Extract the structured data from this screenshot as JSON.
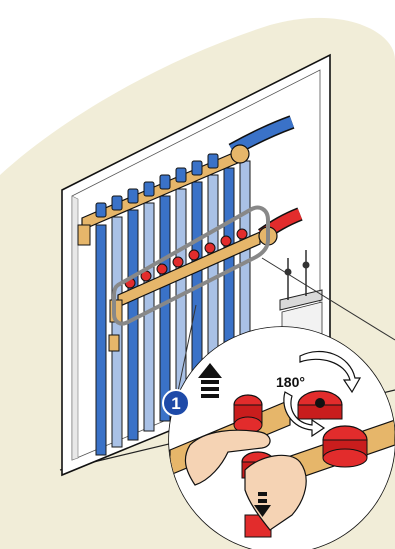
{
  "step_badge": "1",
  "rotation_label": "180°",
  "icons": [
    "manifold-cabinet",
    "supply-pipe-blue",
    "supply-pipe-red",
    "valve-cap",
    "hand",
    "up-arrow",
    "down-arrow",
    "rotate-arrow"
  ],
  "colors": {
    "wall_shade": "#f1edd8",
    "cabinet_fill": "#ffffff",
    "pipe_blue": "#3a72c8",
    "pipe_light_blue": "#a9c1e6",
    "valve_red": "#e22c2c",
    "brass": "#e6b66a",
    "highlight_frame": "#888888",
    "badge_blue": "#1e4aa8",
    "skin": "#f5d3b4",
    "outline": "#111111"
  }
}
